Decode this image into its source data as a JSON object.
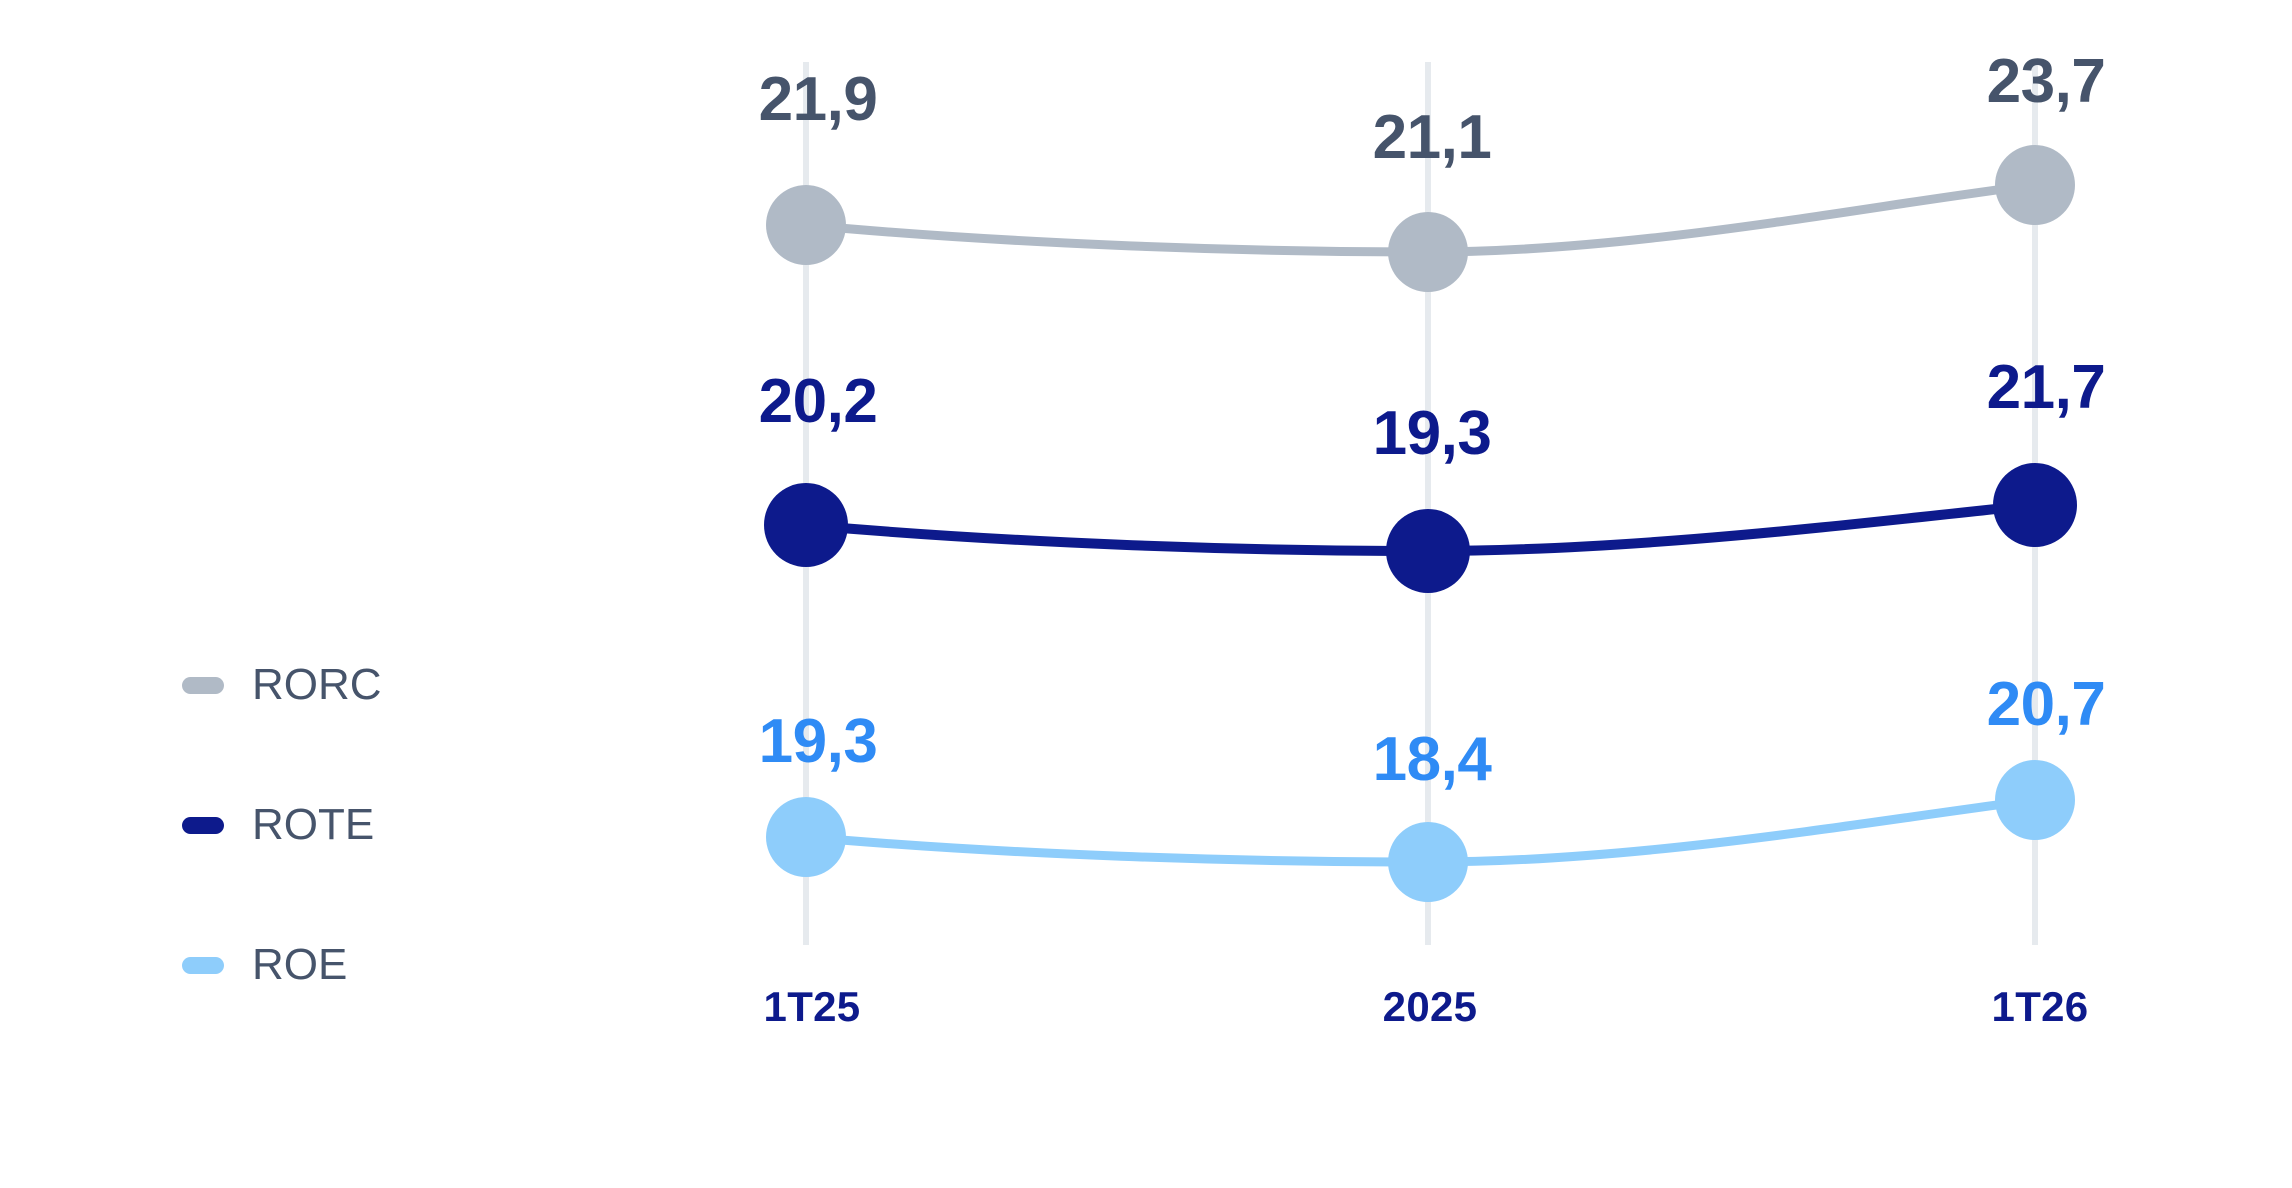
{
  "chart_data": {
    "type": "line",
    "title": "",
    "subtitle": "",
    "xlabel": "",
    "ylabel": "",
    "categories": [
      "1T25",
      "2025",
      "1T26"
    ],
    "grid": "vertical-only",
    "legend_position": "left",
    "value_format": "comma-decimal",
    "ylim": [
      17.5,
      24.5
    ],
    "series": [
      {
        "name": "RORC",
        "color": "#b0bac6",
        "label_color": "#46546b",
        "values": [
          21.9,
          21.1,
          23.7
        ],
        "labels": [
          "21,9",
          "21,1",
          "23,7"
        ]
      },
      {
        "name": "ROTE",
        "color": "#0d1a8c",
        "label_color": "#0d1a8c",
        "values": [
          20.2,
          19.3,
          21.7
        ],
        "labels": [
          "20,2",
          "19,3",
          "21,7"
        ]
      },
      {
        "name": "ROE",
        "color": "#8ecdfb",
        "label_color": "#2f8bf5",
        "values": [
          19.3,
          18.4,
          20.7
        ],
        "labels": [
          "19,3",
          "18,4",
          "20,7"
        ]
      }
    ]
  },
  "legend": {
    "items": [
      {
        "label": "RORC",
        "color": "#b0bac6"
      },
      {
        "label": "ROTE",
        "color": "#0d1a8c"
      },
      {
        "label": "ROE",
        "color": "#8ecdfb"
      }
    ]
  },
  "axis": {
    "x_tick_labels": [
      "1T25",
      "2025",
      "1T26"
    ]
  },
  "colors": {
    "background": "#ffffff",
    "gridline": "#e6eaee",
    "rorc": "#b0bac6",
    "rorc_label": "#46546b",
    "rote": "#0d1a8c",
    "roe": "#8ecdfb",
    "roe_label": "#2f8bf5",
    "x_label": "#0d1a8c"
  }
}
